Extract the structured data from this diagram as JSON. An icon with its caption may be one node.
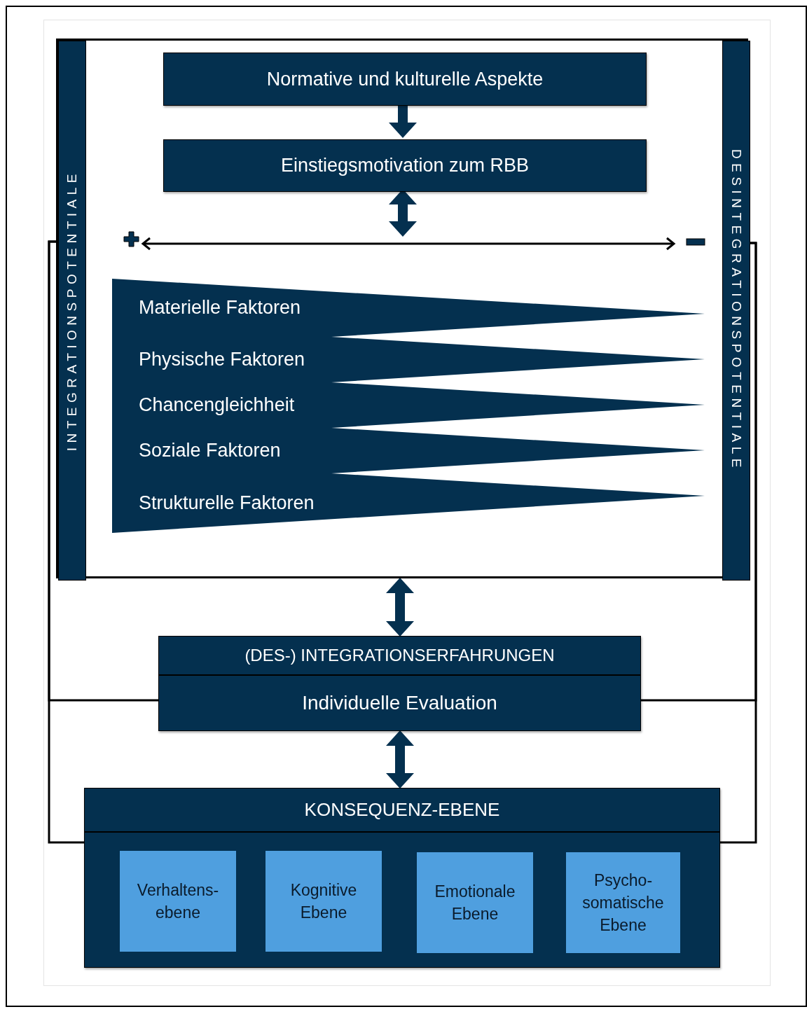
{
  "diagram": {
    "nodes": [
      {
        "text": [],
        "shape": "box"
      },
      {
        "text": [
          "INTEGRATIONSPOTENTIALE"
        ],
        "in": 0
      },
      {
        "text": [
          "DESINTEGRATIONSPOTENTIALE"
        ],
        "in": 0
      },
      {
        "text": [
          "Normative und kulturelle Aspekte"
        ],
        "in": 0
      },
      {
        "text": [
          "Einstiegsmotivation zum RBB"
        ],
        "in": 0
      },
      {
        "text": [
          "Materielle Faktoren"
        ],
        "in": 0
      },
      {
        "text": [
          "Physische Faktoren"
        ],
        "in": 0
      },
      {
        "text": [
          "Chancengleichheit"
        ],
        "in": 0
      },
      {
        "text": [
          "Soziale Faktoren"
        ],
        "in": 0
      },
      {
        "text": [
          "Strukturelle Faktoren"
        ],
        "in": 0
      },
      {
        "text": [
          "(DES-) INTEGRATIONSERFAHRUNGEN",
          "Individuelle Evaluation"
        ]
      },
      {
        "text": [
          "KONSEQUENZ-EBENE"
        ]
      },
      {
        "text": [
          "Verhaltens- ebene"
        ],
        "in": 11
      },
      {
        "text": [
          "Kognitive Ebene"
        ],
        "in": 11
      },
      {
        "text": [
          "Emotionale Ebene"
        ],
        "in": 11
      },
      {
        "text": [
          "Psycho- somatische Ebene"
        ],
        "in": 11
      }
    ],
    "edges": [
      {
        "from": 3,
        "to": 4,
        "arrow": "to",
        "style": "thick",
        "color": "#04304f"
      },
      {
        "from": 4,
        "to": null,
        "arrow": "both",
        "style": "thick",
        "color": "#04304f"
      },
      {
        "from": 0,
        "to": 10,
        "arrow": "both",
        "style": "thick",
        "color": "#04304f"
      },
      {
        "from": 10,
        "to": 11,
        "arrow": "both",
        "style": "thick",
        "color": "#04304f"
      },
      {
        "from": 1,
        "to": 10,
        "arrow": "none"
      },
      {
        "from": 1,
        "to": 11,
        "arrow": "none"
      },
      {
        "from": 2,
        "to": 10,
        "arrow": "none"
      },
      {
        "from": 2,
        "to": 11,
        "arrow": "none"
      }
    ]
  }
}
